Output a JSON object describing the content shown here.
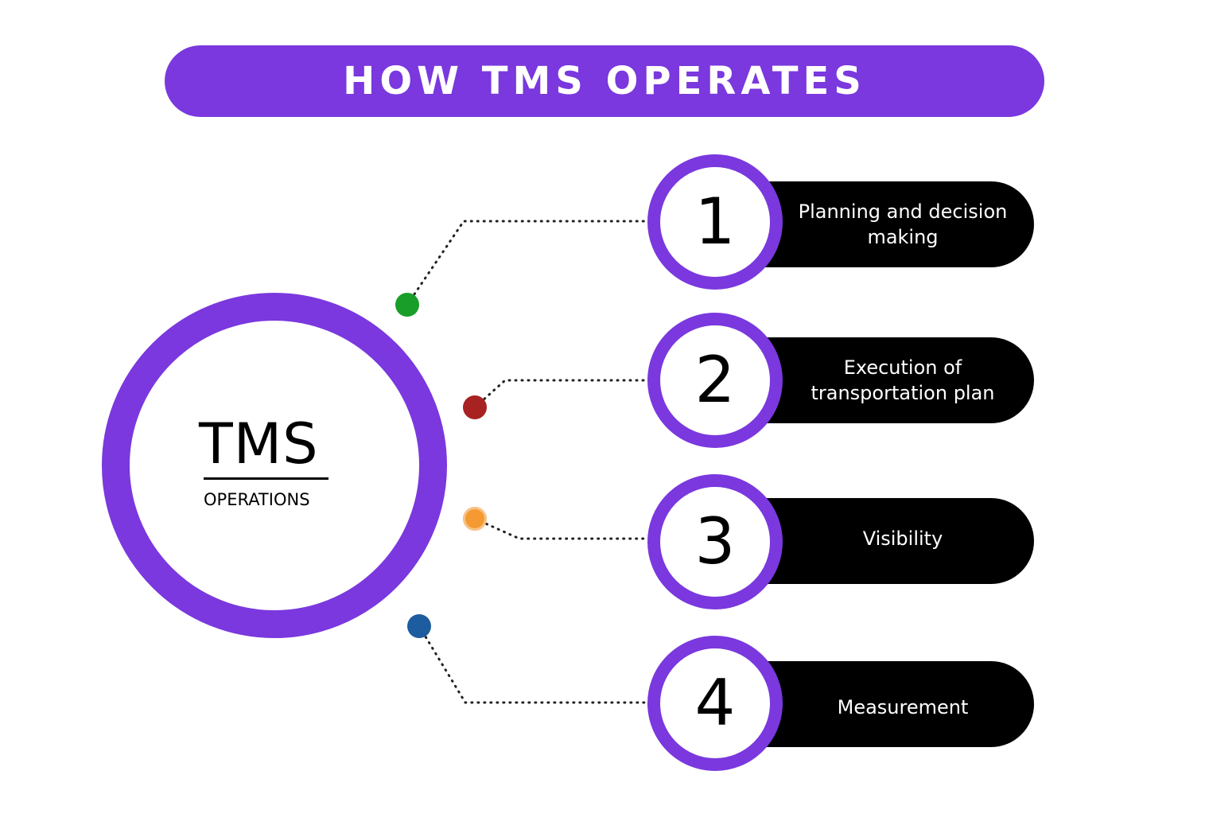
{
  "title": "HOW TMS OPERATES",
  "hub": {
    "title": "TMS",
    "subtitle": "OPERATIONS"
  },
  "colors": {
    "accent": "#7a38de",
    "pill": "#000000",
    "dot_green": "#1a9e2a",
    "dot_red": "#a82222",
    "dot_orange": "#f59a32",
    "dot_blue": "#1d5c9e"
  },
  "steps": [
    {
      "number": "1",
      "label": "Planning and decision making"
    },
    {
      "number": "2",
      "label": "Execution of transportation plan"
    },
    {
      "number": "3",
      "label": "Visibility"
    },
    {
      "number": "4",
      "label": "Measurement"
    }
  ]
}
